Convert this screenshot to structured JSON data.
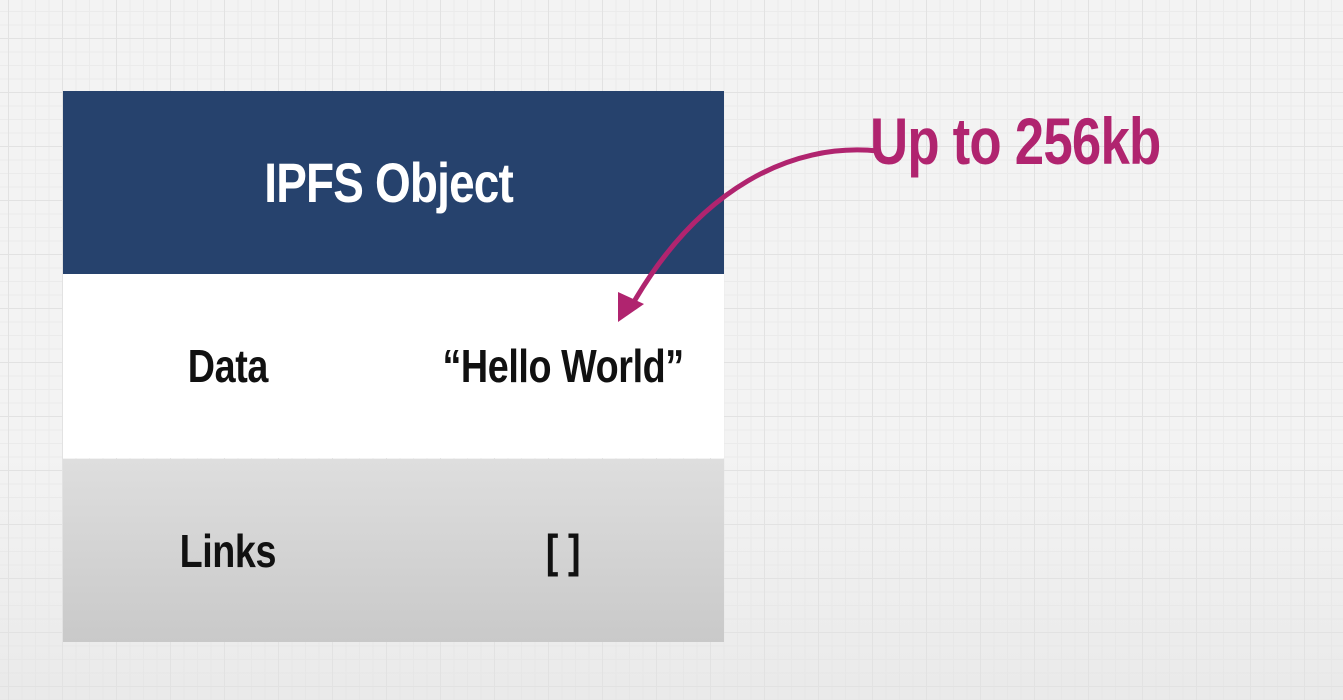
{
  "object": {
    "title": "IPFS Object",
    "rows": [
      {
        "key": "Data",
        "value": "“Hello World”"
      },
      {
        "key": "Links",
        "value": "[ ]"
      }
    ]
  },
  "annotation": {
    "text": "Up to 256kb"
  },
  "colors": {
    "header_bg": "#26426d",
    "annotation": "#b0246f",
    "text": "#111111"
  }
}
